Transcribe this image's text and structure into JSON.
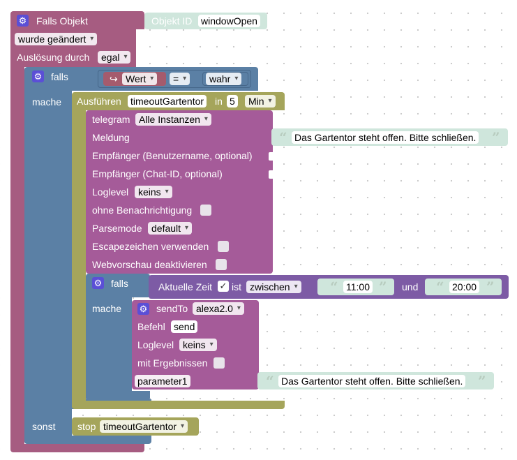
{
  "trigger": {
    "title": "Falls Objekt",
    "object_label": "Objekt ID",
    "object_value": "windowOpen",
    "change_mode": "wurde geändert",
    "trigger_label": "Auslösung durch",
    "trigger_value": "egal"
  },
  "if_block": {
    "if_label": "falls",
    "do_label": "mache",
    "else_label": "sonst",
    "condition": {
      "value_arrow": "↪",
      "value_label": "Wert",
      "operator": "=",
      "compare_value": "wahr"
    }
  },
  "timeout": {
    "label": "Ausführen",
    "name": "timeoutGartentor",
    "in_label": "in",
    "amount": "5",
    "unit": "Min"
  },
  "telegram": {
    "label": "telegram",
    "instance": "Alle Instanzen",
    "message_label": "Meldung",
    "message_text": "Das Gartentor steht offen. Bitte schließen.",
    "recipient_user_label": "Empfänger (Benutzername, optional)",
    "recipient_chat_label": "Empfänger (Chat-ID, optional)",
    "loglevel_label": "Loglevel",
    "loglevel_value": "keins",
    "no_notification_label": "ohne Benachrichtigung",
    "parsemode_label": "Parsemode",
    "parsemode_value": "default",
    "escape_label": "Escapezeichen verwenden",
    "webpreview_label": "Webvorschau deaktivieren"
  },
  "inner_if": {
    "if_label": "falls",
    "do_label": "mache",
    "time_label": "Aktuelle Zeit",
    "check": "✓",
    "is_label": "ist",
    "range_value": "zwischen",
    "start_time": "11:00",
    "and_label": "und",
    "end_time": "20:00"
  },
  "sendto": {
    "label": "sendTo",
    "instance": "alexa2.0",
    "command_label": "Befehl",
    "command_value": "send",
    "loglevel_label": "Loglevel",
    "loglevel_value": "keins",
    "results_label": "mit Ergebnissen",
    "param_label": "parameter1",
    "param_text": "Das Gartentor steht offen. Bitte schließen."
  },
  "stop": {
    "label": "stop",
    "name": "timeoutGartentor"
  },
  "quote_open": "“",
  "quote_close": "”",
  "gear_glyph": "⚙",
  "colors": {
    "trigger": "#a65c81",
    "logic": "#5b80a5",
    "timer": "#a5a55b",
    "message": "#a55b99",
    "string": "#cfe6dc",
    "time": "#7d5ba5"
  }
}
